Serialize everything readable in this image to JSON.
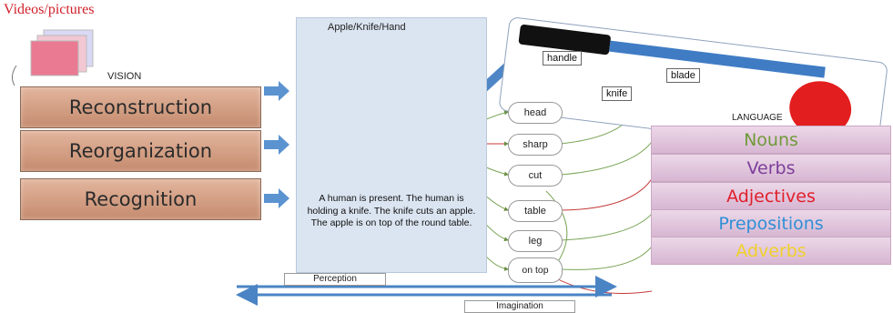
{
  "title": "Videos/pictures",
  "vision_label": "VISION",
  "stages": [
    "Reconstruction",
    "Reorganization",
    "Recognition"
  ],
  "scene": {
    "title": "Apple/Knife/Hand",
    "description": "A human is present. The human is holding a knife. The knife cuts an apple. The apple is on top of the round table."
  },
  "knife_parts": {
    "handle": "handle",
    "knife": "knife",
    "blade": "blade"
  },
  "words": [
    "head",
    "sharp",
    "cut",
    "table",
    "leg",
    "on top"
  ],
  "language": {
    "title": "LANGUAGE",
    "categories": [
      "Nouns",
      "Verbs",
      "Adjectives",
      "Prepositions",
      "Adverbs"
    ]
  },
  "flows": {
    "perception": "Perception",
    "imagination": "Imagination"
  }
}
